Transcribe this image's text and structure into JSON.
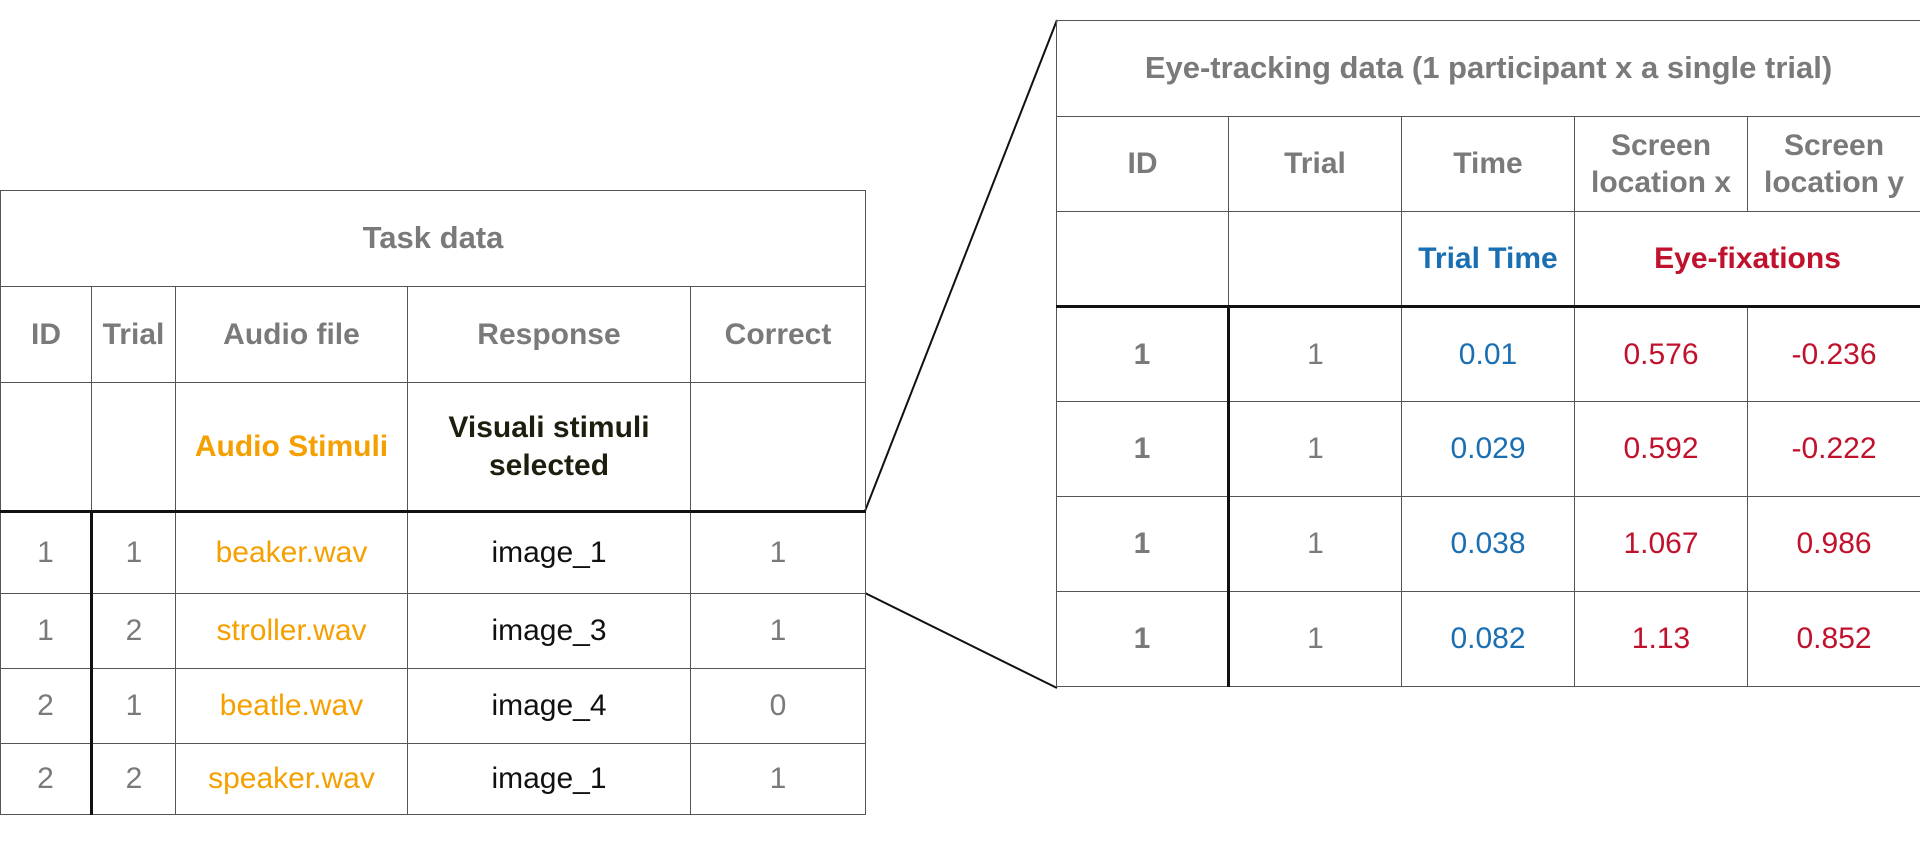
{
  "colors": {
    "header_gray": "#7a7a7a",
    "audio_orange": "#f5a000",
    "visual_dark": "#1e1e0f",
    "trial_time_blue": "#1a6fb3",
    "eye_fixation_red": "#c0122c"
  },
  "task": {
    "title": "Task data",
    "headers": [
      "ID",
      "Trial",
      "Audio file",
      "Response",
      "Correct"
    ],
    "annotations": {
      "audio": "Audio Stimuli",
      "response": "Visuali stimuli selected"
    },
    "rows": [
      {
        "id": "1",
        "trial": "1",
        "audio": "beaker.wav",
        "response": "image_1",
        "correct": "1"
      },
      {
        "id": "1",
        "trial": "2",
        "audio": "stroller.wav",
        "response": "image_3",
        "correct": "1"
      },
      {
        "id": "2",
        "trial": "1",
        "audio": "beatle.wav",
        "response": "image_4",
        "correct": "0"
      },
      {
        "id": "2",
        "trial": "2",
        "audio": "speaker.wav",
        "response": "image_1",
        "correct": "1"
      }
    ]
  },
  "eye": {
    "title": "Eye-tracking data (1 participant x a single trial)",
    "headers": [
      "ID",
      "Trial",
      "Time",
      "Screen location x",
      "Screen location y"
    ],
    "annotations": {
      "time": "Trial Time",
      "fixations": "Eye-fixations"
    },
    "rows": [
      {
        "id": "1",
        "trial": "1",
        "time": "0.01",
        "x": "0.576",
        "y": "-0.236"
      },
      {
        "id": "1",
        "trial": "1",
        "time": "0.029",
        "x": "0.592",
        "y": "-0.222"
      },
      {
        "id": "1",
        "trial": "1",
        "time": "0.038",
        "x": "1.067",
        "y": "0.986"
      },
      {
        "id": "1",
        "trial": "1",
        "time": "0.082",
        "x": "1.13",
        "y": "0.852"
      }
    ]
  }
}
